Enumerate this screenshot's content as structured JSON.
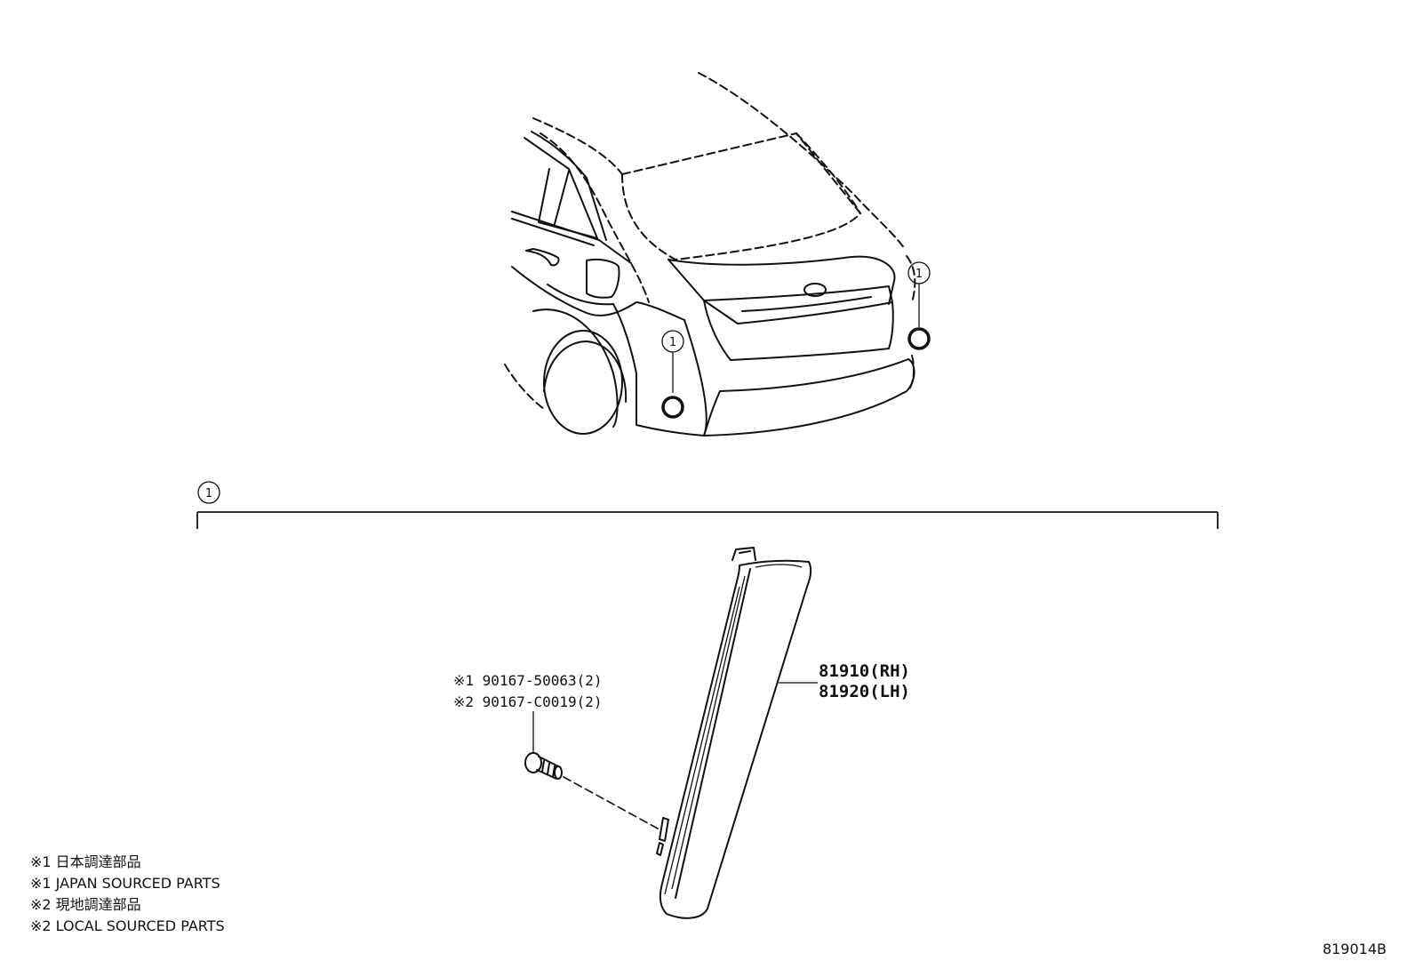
{
  "callout_number": "1",
  "parts": {
    "reflector_rh": "81910(RH)",
    "reflector_lh": "81920(LH)",
    "bolt_japan": "※1 90167-50063(2)",
    "bolt_local": "※2 90167-C0019(2)"
  },
  "notes": [
    "※1 日本調達部品",
    "※1 JAPAN SOURCED PARTS",
    "※2 現地調達部品",
    "※2 LOCAL SOURCED PARTS"
  ],
  "diagram_id": "819014B"
}
